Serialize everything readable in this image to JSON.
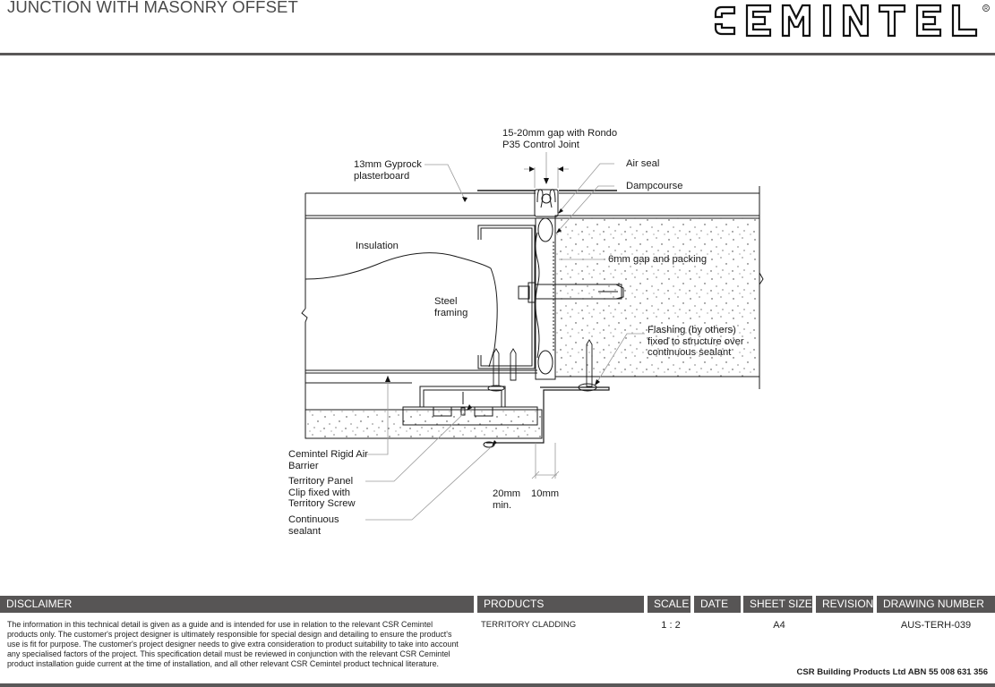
{
  "header": {
    "title": "JUNCTION WITH MASONRY OFFSET",
    "brand": "CEMINTEL",
    "brand_mark": "®"
  },
  "drawing": {
    "labels": {
      "control_joint": "15-20mm gap with Rondo\nP35 Control Joint",
      "plasterboard": "13mm Gyprock\nplasterboard",
      "air_seal": "Air seal",
      "dampcourse": "Dampcourse",
      "insulation": "Insulation",
      "steel_framing": "Steel\nframing",
      "gap_packing": "6mm gap and packing",
      "flashing": "Flashing (by others)\nfixed to structure over\ncontinuous sealant",
      "rigid_air_barrier": "Cemintel Rigid Air\nBarrier",
      "panel_clip": "Territory Panel\nClip fixed with\nTerritory Screw",
      "continuous_sealant": "Continuous\nsealant",
      "dim_20mm": "20mm\nmin.",
      "dim_10mm": "10mm"
    }
  },
  "footer": {
    "headers": {
      "disclaimer": "DISCLAIMER",
      "products": "PRODUCTS",
      "scale": "SCALE",
      "date": "DATE",
      "sheet_size": "SHEET SIZE",
      "revision": "REVISION",
      "drawing_number": "DRAWING NUMBER"
    },
    "values": {
      "disclaimer": "The information in this technical detail is given as a guide and is intended for use in relation to the relevant CSR Cemintel products only. The customer's project designer is ultimately responsible for special design and detailing to ensure the product's use is fit for purpose. The customer's project designer needs to give extra consideration to product suitability to take into account any specialised factors of the project. This specification detail must be reviewed in conjunction with the relevant CSR Cemintel product installation guide current at the time of installation, and all other relevant CSR Cemintel product technical literature.",
      "products": "TERRITORY CLADDING",
      "scale": "1 : 2",
      "date": "",
      "sheet_size": "A4",
      "revision": "",
      "drawing_number": "AUS-TERH-039"
    },
    "company": "CSR Building Products Ltd ABN  55 008 631 356"
  },
  "colors": {
    "header_bar": "#575555",
    "rule": "#5a5858",
    "line": "#1a1a1a",
    "leader": "#9a9a9a"
  }
}
